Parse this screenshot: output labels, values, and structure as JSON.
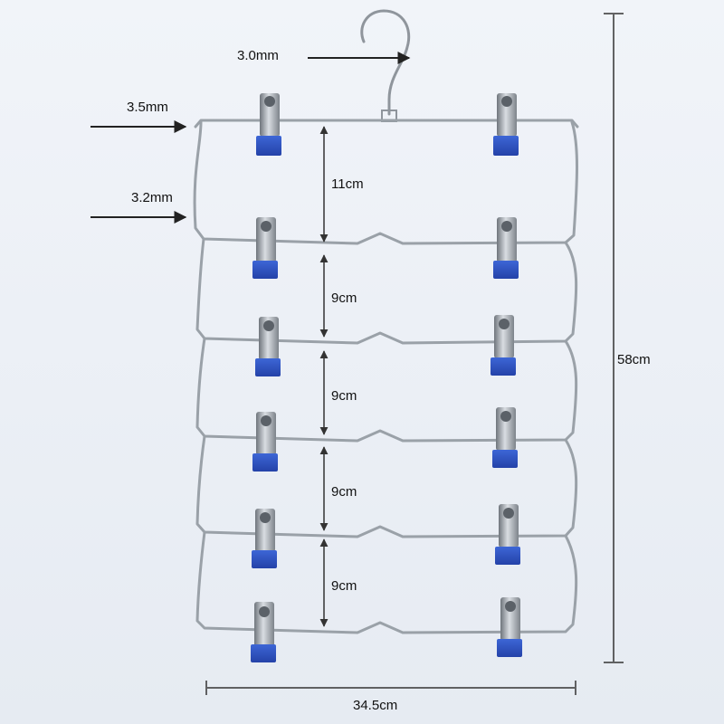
{
  "image": {
    "subject": "six-tier wire hanger with clips",
    "background_color": "#eef2f7",
    "wire_color": "#9aa1a8",
    "clip_metal_color": "#8c9198",
    "clip_pad_color": "#2f57c8",
    "arrow_color": "#222222"
  },
  "annotations": {
    "hook_wire": "3.0mm",
    "top_bar_wire": "3.5mm",
    "side_wire": "3.2mm",
    "gap_1": "11cm",
    "gap_2": "9cm",
    "gap_3": "9cm",
    "gap_4": "9cm",
    "gap_5": "9cm",
    "total_height": "58cm",
    "total_width": "34.5cm"
  }
}
